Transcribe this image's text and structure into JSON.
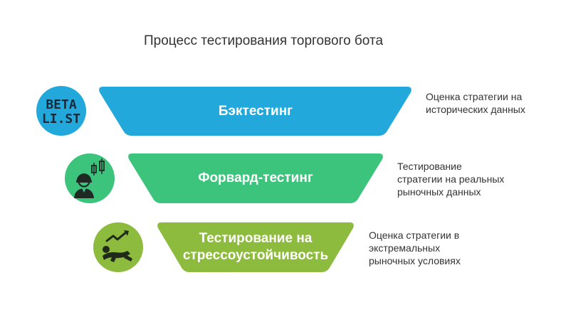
{
  "title": "Процесс тестирования торгового бота",
  "stages": [
    {
      "label": "Бэктестинг",
      "description": [
        "Оценка стратегии на",
        "исторических данных"
      ],
      "color": "#22A8DB",
      "icon": "betalist-logo-icon",
      "icon_text": [
        "BETA",
        "LI.ST"
      ]
    },
    {
      "label": "Форвард-тестинг",
      "description": [
        "Тестирование",
        "стратегии на реальных",
        "рыночных данных"
      ],
      "color": "#3CC47C",
      "icon": "trader-candlestick-icon"
    },
    {
      "label_lines": [
        "Тестирование на",
        "стрессоустойчивость"
      ],
      "description": [
        "Оценка стратегии в",
        "экстремальных",
        "рыночных условиях"
      ],
      "color": "#8DBB3D",
      "icon": "stress-falling-chart-icon"
    }
  ]
}
